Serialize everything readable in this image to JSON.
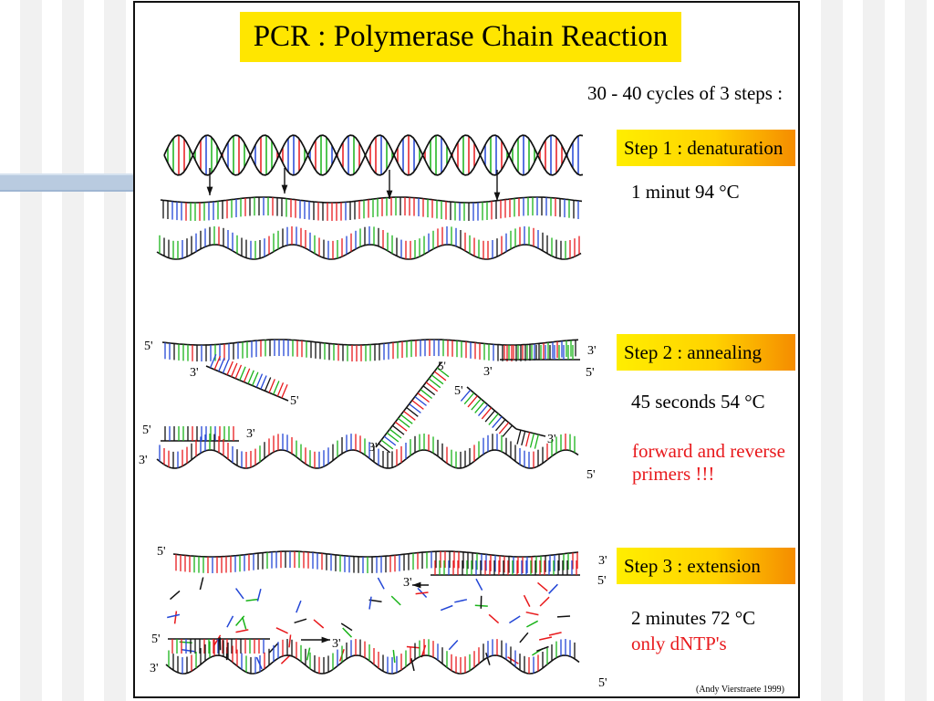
{
  "title": "PCR : Polymerase Chain Reaction",
  "subtitle": "30 - 40 cycles of 3 steps :",
  "steps": [
    {
      "label": "Step 1 : denaturation",
      "conditions": "1 minut 94 °C"
    },
    {
      "label": "Step 2 : annealing",
      "conditions": "45 seconds 54 °C",
      "note_line1": "forward and reverse",
      "note_line2": "primers !!!"
    },
    {
      "label": "Step 3 : extension",
      "conditions": "2 minutes 72 °C",
      "note": "only dNTP's"
    }
  ],
  "strand_ends": {
    "five_prime": "5'",
    "three_prime": "3'"
  },
  "credit": "(Andy Vierstraete 1999)",
  "colors": {
    "title_bg": "#ffe600",
    "step_gradient": [
      "#ffee00",
      "#ffd200",
      "#f58c00"
    ],
    "base_red": "#e8191c",
    "base_green": "#19b319",
    "base_blue": "#2346d6",
    "base_black": "#111111",
    "note_red": "#e8191c"
  }
}
